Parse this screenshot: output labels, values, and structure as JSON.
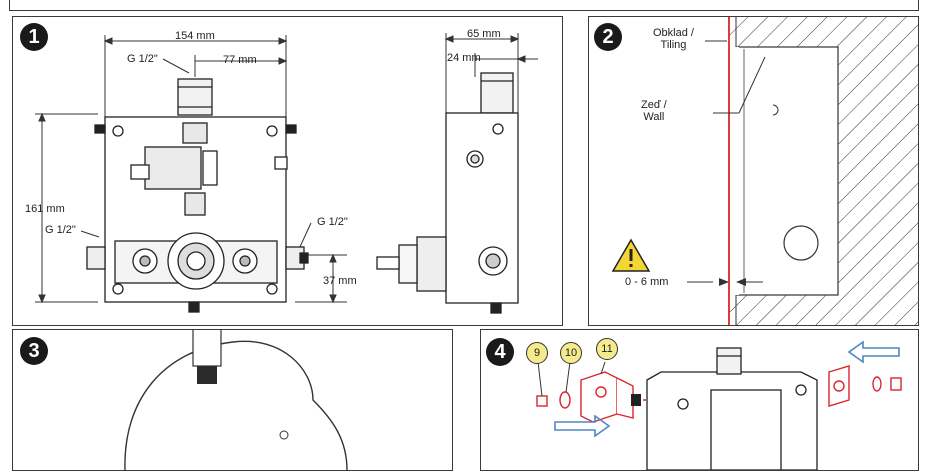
{
  "step1": {
    "badge": "1",
    "dims": {
      "width_total": "154 mm",
      "width_half": "77 mm",
      "height": "161 mm",
      "side_depth": "65 mm",
      "side_offset": "24 mm",
      "bottom_offset": "37 mm"
    },
    "threads": {
      "top": "G 1/2\"",
      "left": "G 1/2\"",
      "right": "G 1/2\""
    }
  },
  "step2": {
    "badge": "2",
    "tiling_label": "Obklad /\nTiling",
    "wall_label": "Zeď /\nWall",
    "gap_label": "0 - 6 mm"
  },
  "step3": {
    "badge": "3"
  },
  "step4": {
    "badge": "4",
    "callouts": [
      "9",
      "10",
      "11"
    ]
  },
  "colors": {
    "line": "#3a3a3a",
    "red_part": "#d9262c",
    "arrow_blue": "#4f86c6",
    "callout_fill": "#f5eb8c",
    "warning_yellow": "#f3d533"
  }
}
